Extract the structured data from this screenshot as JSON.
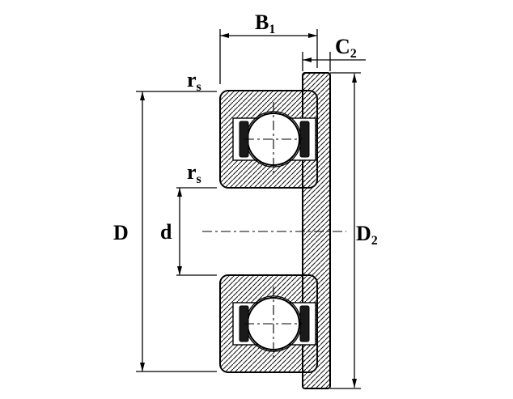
{
  "diagram": {
    "type": "technical-drawing",
    "subject": "Flanged ball bearing cross-section with dimension callouts",
    "colors": {
      "line": "#000000",
      "background": "#ffffff"
    },
    "labels": {
      "b1": {
        "base": "B",
        "sub": "1"
      },
      "c2": {
        "base": "C",
        "sub": "2"
      },
      "rs_upper": {
        "base": "r",
        "sub": "s"
      },
      "rs_lower": {
        "base": "r",
        "sub": "s"
      },
      "outer_diameter": {
        "base": "D",
        "sub": ""
      },
      "bore_diameter": {
        "base": "d",
        "sub": ""
      },
      "flange_diameter": {
        "base": "D",
        "sub": "2"
      }
    }
  }
}
